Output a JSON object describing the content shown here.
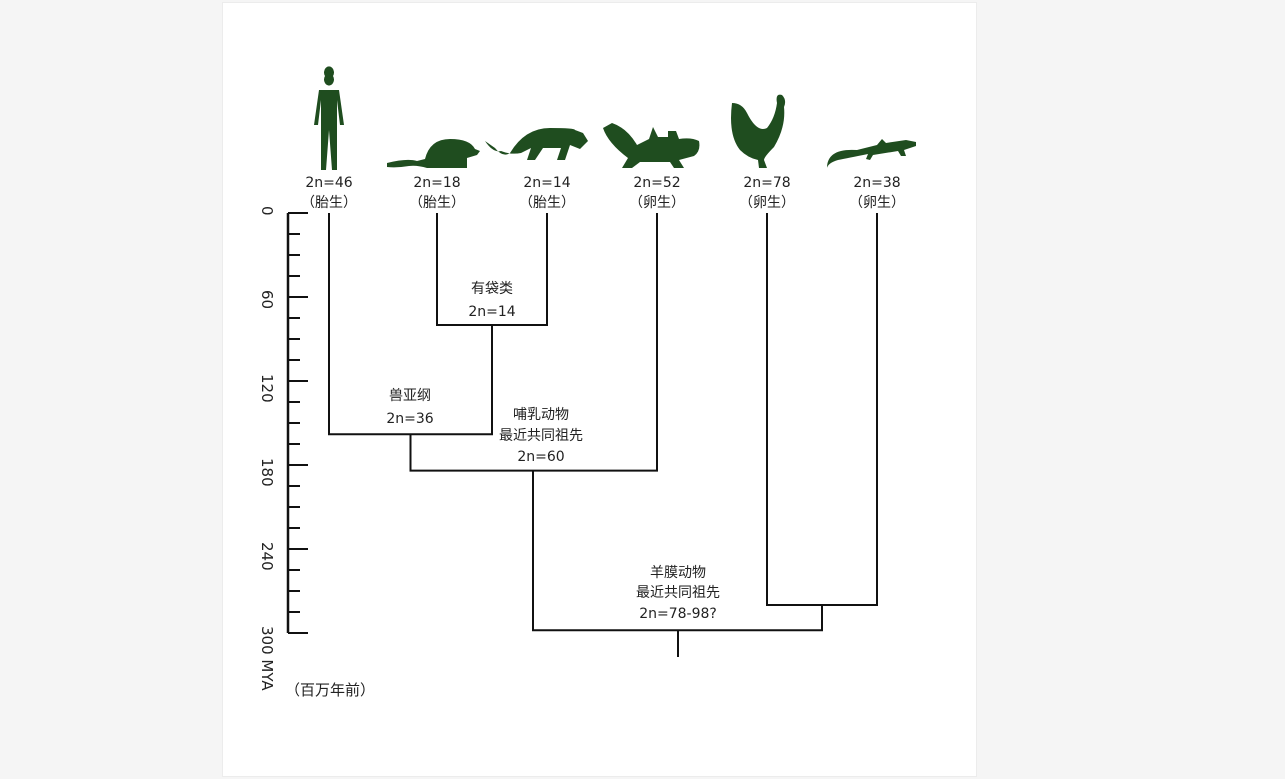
{
  "species": [
    {
      "icon": "human-silhouette",
      "chromosomes": "2n=46",
      "reproduction": "（胎生）"
    },
    {
      "icon": "opossum-silhouette",
      "chromosomes": "2n=18",
      "reproduction": "（胎生）"
    },
    {
      "icon": "tasmanian-devil-silhouette",
      "chromosomes": "2n=14",
      "reproduction": "（胎生）"
    },
    {
      "icon": "platypus-silhouette",
      "chromosomes": "2n=52",
      "reproduction": "（卵生）"
    },
    {
      "icon": "chicken-silhouette",
      "chromosomes": "2n=78",
      "reproduction": "（卵生）"
    },
    {
      "icon": "lizard-silhouette",
      "chromosomes": "2n=38",
      "reproduction": "（卵生）"
    }
  ],
  "nodes": {
    "marsupial": {
      "name": "有袋类",
      "chromosomes": "2n=14",
      "age_mya": 80
    },
    "theria": {
      "name": "兽亚纲",
      "chromosomes": "2n=36",
      "age_mya": 158
    },
    "mammal": {
      "name1": "哺乳动物",
      "name2": "最近共同祖先",
      "chromosomes": "2n=60",
      "age_mya": 184
    },
    "amniote": {
      "name1": "羊膜动物",
      "name2": "最近共同祖先",
      "chromosomes": "2n=78-98?",
      "age_mya": 298
    },
    "sauropsid": {
      "age_mya": 280
    }
  },
  "axis": {
    "ticks": [
      "0",
      "60",
      "120",
      "180",
      "240",
      "300 MYA"
    ],
    "unit_label": "（百万年前）",
    "range": [
      0,
      300
    ]
  },
  "colors": {
    "silhouette": "#1f4d1f",
    "line": "#111111"
  }
}
